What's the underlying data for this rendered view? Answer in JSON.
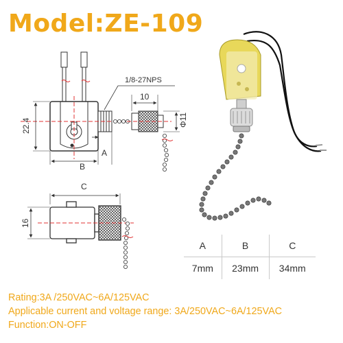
{
  "title": "Model:ZE-109",
  "diagram": {
    "thread_label": "1/8-27NPS",
    "dim_10": "10",
    "dim_22_4": "22.4",
    "dim_phi11": "Φ11",
    "dim_A": "A",
    "dim_B": "B",
    "dim_C": "C",
    "dim_16": "16"
  },
  "dimension_table": {
    "headers": [
      "A",
      "B",
      "C"
    ],
    "values": [
      "7mm",
      "23mm",
      "34mm"
    ]
  },
  "specs": {
    "rating_label": "Rating:",
    "rating_value": "3A /250VAC~6A/125VAC",
    "range_label": "Applicable current and voltage range:",
    "range_value": "3A/250VAC~6A/125VAC",
    "function_label": "Function:",
    "function_value": "ON-OFF"
  },
  "colors": {
    "accent": "#f0a81a",
    "line": "#333333",
    "red_center": "#e03030"
  }
}
